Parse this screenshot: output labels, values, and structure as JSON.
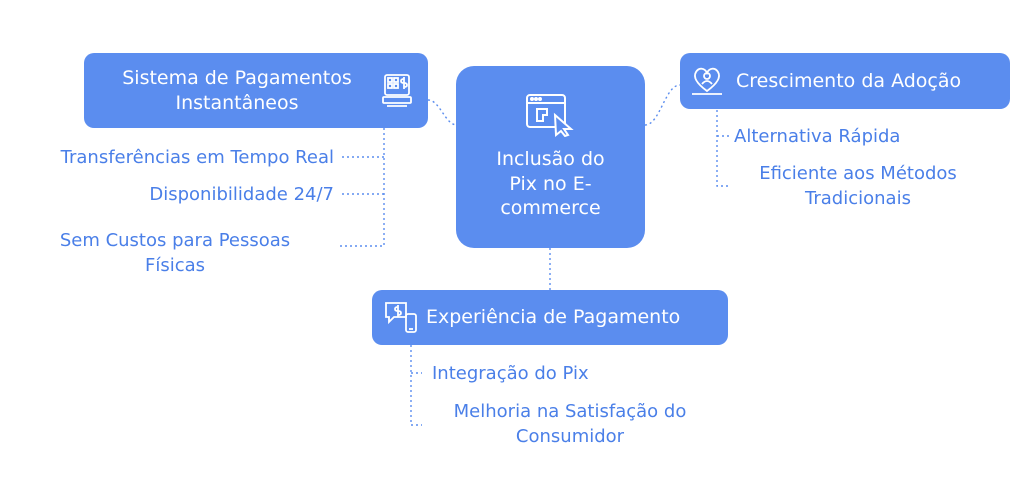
{
  "center": {
    "label_lines": [
      "Inclusão do",
      "Pix no E-",
      "commerce"
    ],
    "icon": "web-cursor-icon"
  },
  "branches": {
    "sistema": {
      "title_lines": [
        "Sistema de Pagamentos",
        "Instantâneos"
      ],
      "icon": "pos-terminal-icon",
      "leaves": [
        [
          "Transferências em Tempo Real"
        ],
        [
          "Disponibilidade 24/7"
        ],
        [
          "Sem Custos para Pessoas",
          "Físicas"
        ]
      ]
    },
    "crescimento": {
      "title": "Crescimento da Adoção",
      "icon": "heart-person-icon",
      "leaves": [
        [
          "Alternativa Rápida"
        ],
        [
          "Eficiente aos Métodos",
          "Tradicionais"
        ]
      ]
    },
    "experiencia": {
      "title": "Experiência de Pagamento",
      "icon": "chat-phone-icon",
      "leaves": [
        [
          "Integração do Pix"
        ],
        [
          "Melhoria na Satisfação do",
          "Consumidor"
        ]
      ]
    }
  },
  "colors": {
    "node": "#5B8DEF",
    "leaf_text": "#4A7FE8",
    "connector": "#5B8DEF"
  }
}
